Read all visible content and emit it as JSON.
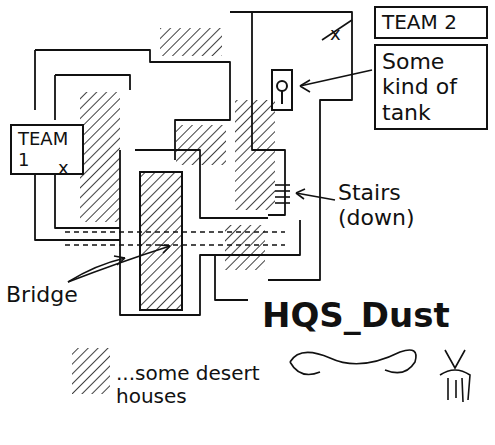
{
  "diagram": {
    "title": "HQS_Dust",
    "nodes": [
      {
        "text": [
          "TEAM 1"
        ]
      },
      {
        "text": [
          "TEAM 2"
        ]
      },
      {
        "text": [
          "Some kind of tank"
        ]
      }
    ],
    "labels": [
      "x",
      "x",
      "Stairs (down)",
      "Bridge",
      "...some desert houses"
    ]
  }
}
